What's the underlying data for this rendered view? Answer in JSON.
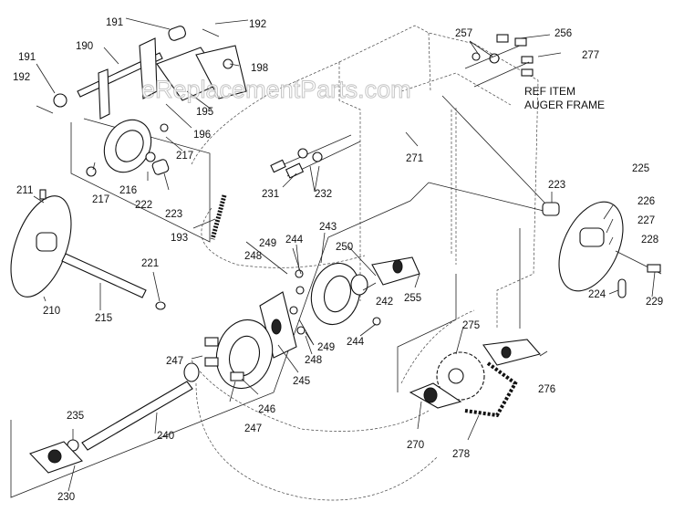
{
  "watermark": "eReplacementParts.com",
  "reference_note": {
    "line1": "REF ITEM",
    "line2": "AUGER FRAME"
  },
  "labels": [
    {
      "id": "191a",
      "text": "191"
    },
    {
      "id": "192a",
      "text": "192"
    },
    {
      "id": "190",
      "text": "190"
    },
    {
      "id": "191b",
      "text": "191"
    },
    {
      "id": "192b",
      "text": "192"
    },
    {
      "id": "198",
      "text": "198"
    },
    {
      "id": "195",
      "text": "195"
    },
    {
      "id": "196",
      "text": "196"
    },
    {
      "id": "217a",
      "text": "217"
    },
    {
      "id": "217b",
      "text": "217"
    },
    {
      "id": "216",
      "text": "216"
    },
    {
      "id": "222",
      "text": "222"
    },
    {
      "id": "223a",
      "text": "223"
    },
    {
      "id": "211",
      "text": "211"
    },
    {
      "id": "193",
      "text": "193"
    },
    {
      "id": "231",
      "text": "231"
    },
    {
      "id": "232",
      "text": "232"
    },
    {
      "id": "271",
      "text": "271"
    },
    {
      "id": "257",
      "text": "257"
    },
    {
      "id": "256",
      "text": "256"
    },
    {
      "id": "277",
      "text": "277"
    },
    {
      "id": "225",
      "text": "225"
    },
    {
      "id": "223b",
      "text": "223"
    },
    {
      "id": "226",
      "text": "226"
    },
    {
      "id": "227",
      "text": "227"
    },
    {
      "id": "228",
      "text": "228"
    },
    {
      "id": "224",
      "text": "224"
    },
    {
      "id": "229",
      "text": "229"
    },
    {
      "id": "221",
      "text": "221"
    },
    {
      "id": "210",
      "text": "210"
    },
    {
      "id": "215",
      "text": "215"
    },
    {
      "id": "249a",
      "text": "249"
    },
    {
      "id": "244a",
      "text": "244"
    },
    {
      "id": "243",
      "text": "243"
    },
    {
      "id": "248a",
      "text": "248"
    },
    {
      "id": "250",
      "text": "250"
    },
    {
      "id": "242",
      "text": "242"
    },
    {
      "id": "255",
      "text": "255"
    },
    {
      "id": "244b",
      "text": "244"
    },
    {
      "id": "249b",
      "text": "249"
    },
    {
      "id": "248b",
      "text": "248"
    },
    {
      "id": "247a",
      "text": "247"
    },
    {
      "id": "245",
      "text": "245"
    },
    {
      "id": "246",
      "text": "246"
    },
    {
      "id": "247b",
      "text": "247"
    },
    {
      "id": "275",
      "text": "275"
    },
    {
      "id": "276",
      "text": "276"
    },
    {
      "id": "270",
      "text": "270"
    },
    {
      "id": "278",
      "text": "278"
    },
    {
      "id": "235",
      "text": "235"
    },
    {
      "id": "240",
      "text": "240"
    },
    {
      "id": "230",
      "text": "230"
    }
  ]
}
